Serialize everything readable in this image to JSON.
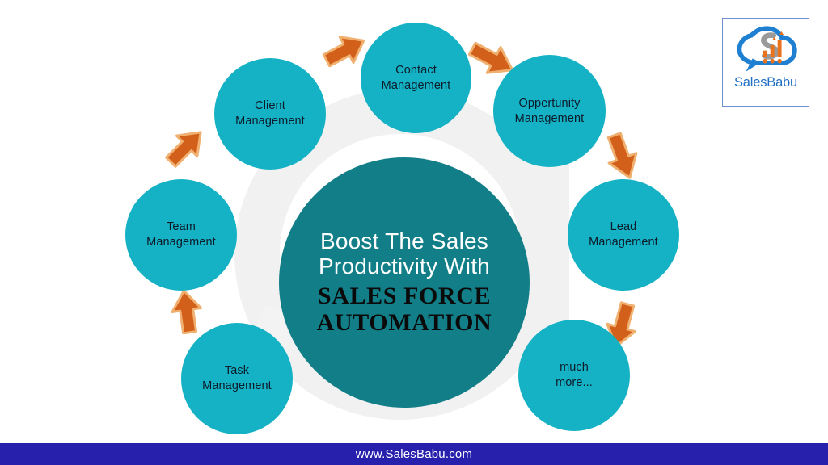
{
  "meta": {
    "title": "Boost The Sales Productivity With Sales Force Automation",
    "background_color": "#ffffff",
    "node_color": "#14b2c4",
    "hub_color": "#127e88",
    "arrow_color": "#d2601a",
    "footer_color": "#2620ad",
    "logo_blue": "#1f6fc4"
  },
  "hub": {
    "line1": "Boost The Sales",
    "line2": "Productivity With",
    "emphasis1": "SALES FORCE",
    "emphasis2": "AUTOMATION"
  },
  "nodes": [
    {
      "id": "client-management",
      "label": "Client\nManagement"
    },
    {
      "id": "contact-management",
      "label": "Contact\nManagement"
    },
    {
      "id": "oppertunity-management",
      "label": "Oppertunity\nManagement"
    },
    {
      "id": "lead-management",
      "label": "Lead\nManagement"
    },
    {
      "id": "much-more",
      "label": "much\nmore..."
    },
    {
      "id": "task-management",
      "label": "Task\nManagement"
    },
    {
      "id": "team-management",
      "label": "Team\nManagement"
    }
  ],
  "arrows": [
    {
      "id": "task-to-team",
      "direction": "up"
    },
    {
      "id": "team-to-client",
      "direction": "up-right"
    },
    {
      "id": "client-to-contact",
      "direction": "up-right"
    },
    {
      "id": "contact-to-oppertunity",
      "direction": "down-right"
    },
    {
      "id": "oppertunity-to-lead",
      "direction": "down-right"
    },
    {
      "id": "lead-to-much-more",
      "direction": "down"
    }
  ],
  "logo": {
    "name": "SalesBabu",
    "icon": "cloud-chart-logo"
  },
  "footer": {
    "url": "www.SalesBabu.com"
  }
}
